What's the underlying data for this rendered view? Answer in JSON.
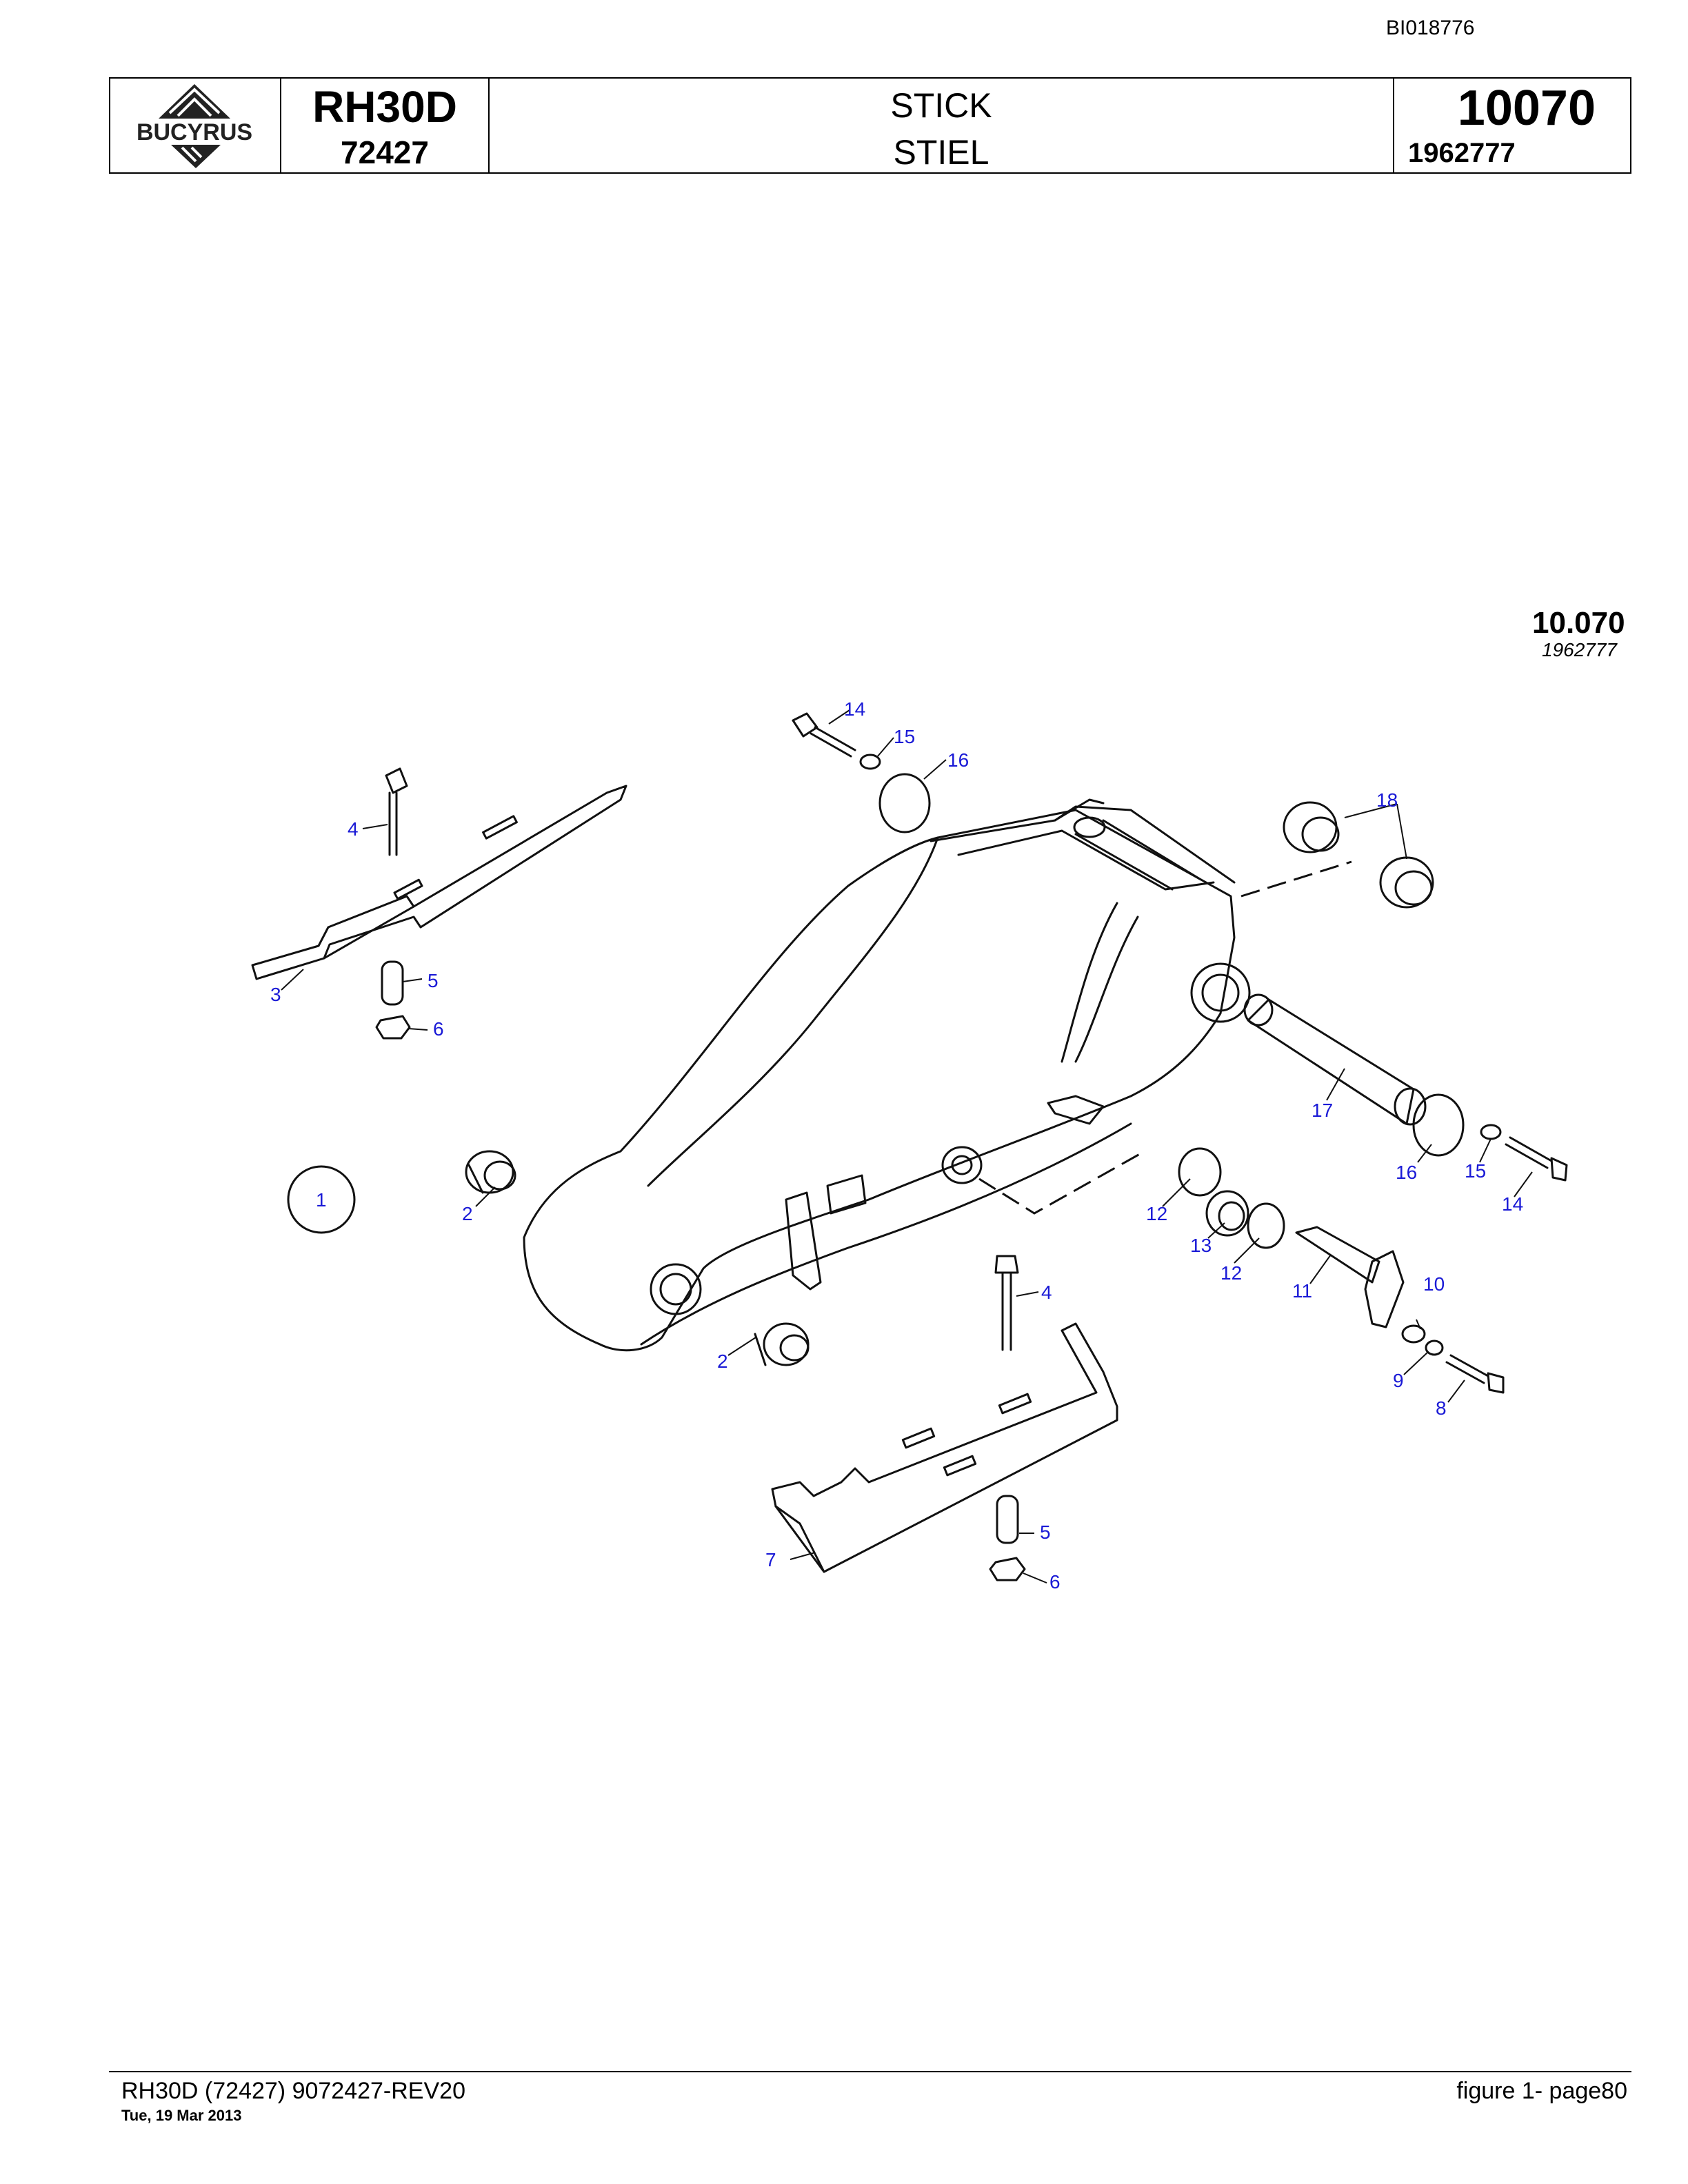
{
  "doc_id": "BI018776",
  "header": {
    "logo_text": "BUCYRUS",
    "model": "RH30D",
    "serial": "72427",
    "title_en": "STICK",
    "title_de": "STIEL",
    "group_number": "10070",
    "part_number": "1962777"
  },
  "drawing": {
    "ref_group": "10.070",
    "ref_part": "1962777",
    "callouts": [
      "1",
      "2",
      "2",
      "3",
      "4",
      "4",
      "5",
      "5",
      "6",
      "6",
      "7",
      "8",
      "9",
      "10",
      "11",
      "12",
      "12",
      "13",
      "14",
      "14",
      "15",
      "15",
      "16",
      "16",
      "17",
      "18"
    ]
  },
  "footer": {
    "left": "RH30D (72427) 9072427-REV20",
    "date": "Tue, 19 Mar 2013",
    "right": "figure  1- page80"
  }
}
